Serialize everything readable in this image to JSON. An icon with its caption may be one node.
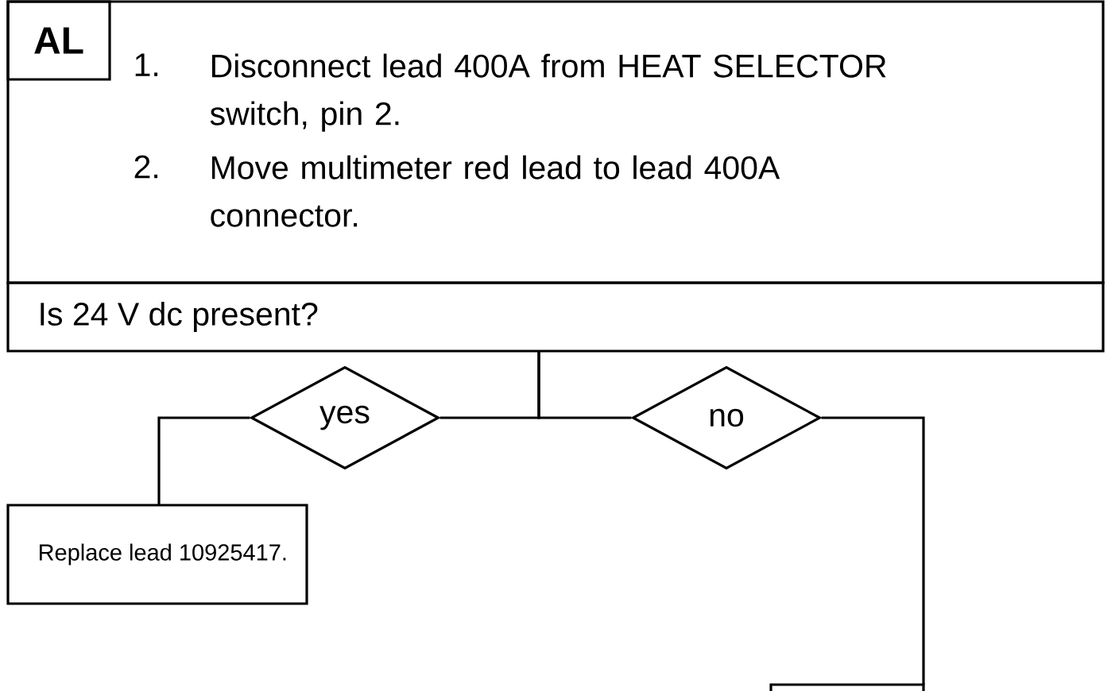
{
  "diagram": {
    "nodes": [
      {
        "text": [
          "1.",
          "Disconnect lead 400A from HEAT SELECTOR switch, pin 2.",
          "2.",
          "Move multimeter red lead to lead 400A connector."
        ]
      },
      {
        "text": [
          "AL"
        ],
        "in": 0
      },
      {
        "text": [
          "Is 24 V dc present?"
        ]
      },
      {
        "text": [
          "yes"
        ]
      },
      {
        "text": [
          "no"
        ]
      },
      {
        "text": [
          "Replace lead 10925417."
        ]
      },
      {
        "text": [],
        "shape": "box"
      }
    ],
    "edges": [
      {
        "from": 2,
        "to": 3,
        "arrow": "none"
      },
      {
        "from": 2,
        "to": 4,
        "arrow": "none"
      },
      {
        "from": 3,
        "to": 5,
        "arrow": "none"
      },
      {
        "from": 4,
        "to": 6,
        "arrow": "none"
      }
    ]
  }
}
